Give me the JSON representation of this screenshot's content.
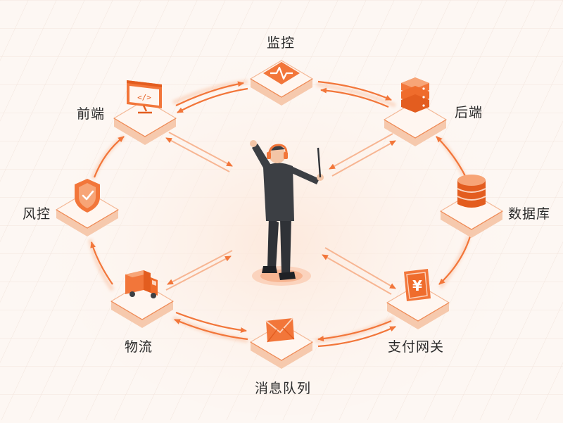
{
  "diagram": {
    "accent": "#f2763a",
    "accent_dark": "#e35d1f",
    "accent_light": "#fbd3bd",
    "platform_top": "#fff6f0",
    "platform_side": "#f6c9ad",
    "suit": "#3c3f44",
    "nodes": {
      "monitor": {
        "label": "监控",
        "icon": "pulse-monitor-icon"
      },
      "backend": {
        "label": "后端",
        "icon": "server-rack-icon"
      },
      "database": {
        "label": "数据库",
        "icon": "database-icon"
      },
      "payment": {
        "label": "支付网关",
        "icon": "yen-coin-icon"
      },
      "queue": {
        "label": "消息队列",
        "icon": "envelope-icon"
      },
      "logistics": {
        "label": "物流",
        "icon": "delivery-truck-icon"
      },
      "risk": {
        "label": "风控",
        "icon": "shield-check-icon"
      },
      "frontend": {
        "label": "前端",
        "icon": "code-screen-icon"
      }
    },
    "center": {
      "icon": "conductor-icon"
    }
  }
}
